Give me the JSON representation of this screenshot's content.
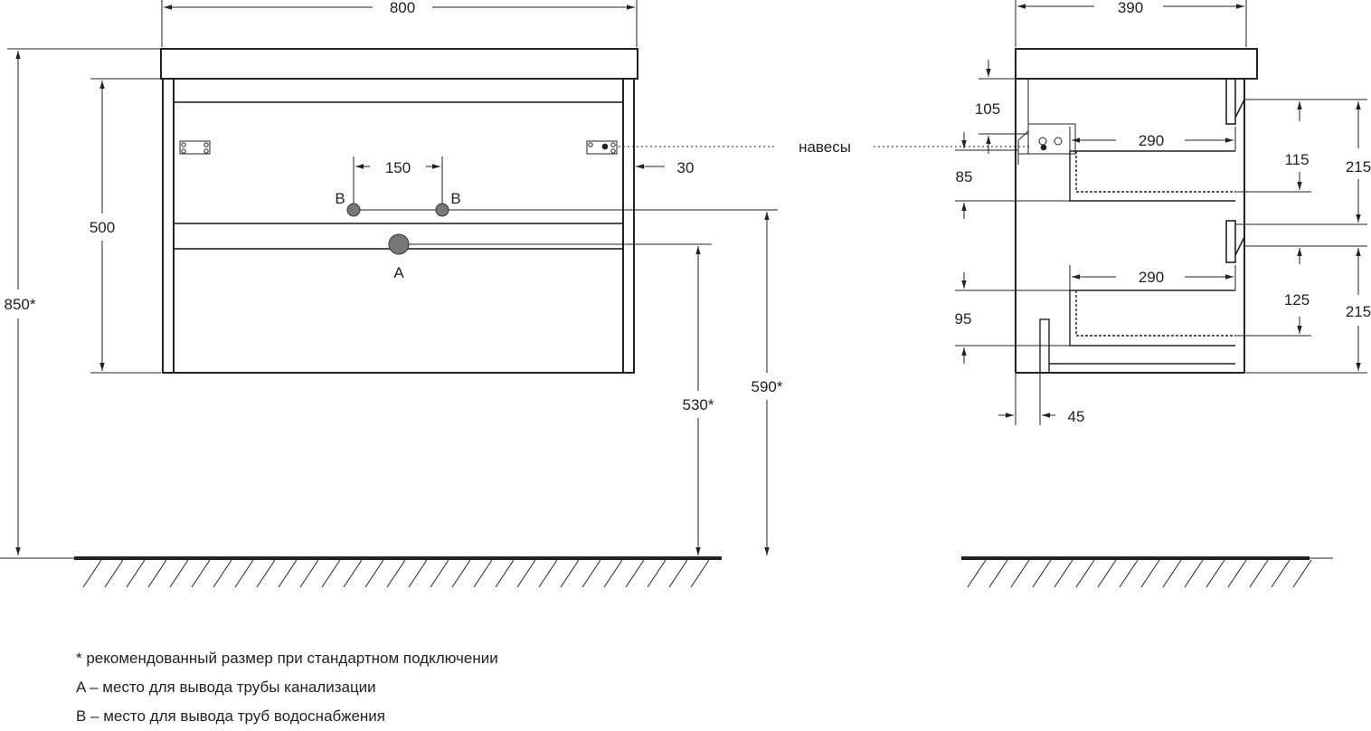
{
  "front_view": {
    "width_dim": "800",
    "height_total_dim": "850*",
    "cabinet_height_dim": "500",
    "pipe_spacing_dim": "150",
    "hinge_offset_dim": "30",
    "label_b_left": "B",
    "label_b_right": "B",
    "label_a": "A",
    "height_530": "530*",
    "height_590": "590*"
  },
  "side_view": {
    "depth_dim": "390",
    "dim_105": "105",
    "dim_85": "85",
    "dim_290_top": "290",
    "dim_115": "115",
    "dim_215_top": "215",
    "dim_290_bottom": "290",
    "dim_125": "125",
    "dim_215_bottom": "215",
    "dim_95": "95",
    "dim_45": "45"
  },
  "hinge_label": "навесы",
  "notes": [
    "* рекомендованный размер при стандартном подключении",
    "A – место для вывода трубы канализации",
    "B – место для вывода труб водоснабжения"
  ]
}
